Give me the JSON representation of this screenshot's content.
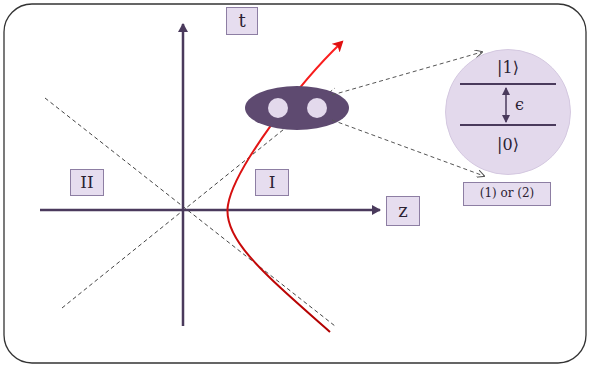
{
  "diagram": {
    "nodes": [
      {
        "text": [
          "t"
        ]
      },
      {
        "text": [
          "|1⟩",
          "ϵ",
          "|0⟩"
        ]
      },
      {
        "text": [
          "II"
        ]
      },
      {
        "text": [
          "I"
        ]
      },
      {
        "text": [
          "z"
        ]
      },
      {
        "text": [
          "(1) or (2)"
        ]
      }
    ]
  }
}
